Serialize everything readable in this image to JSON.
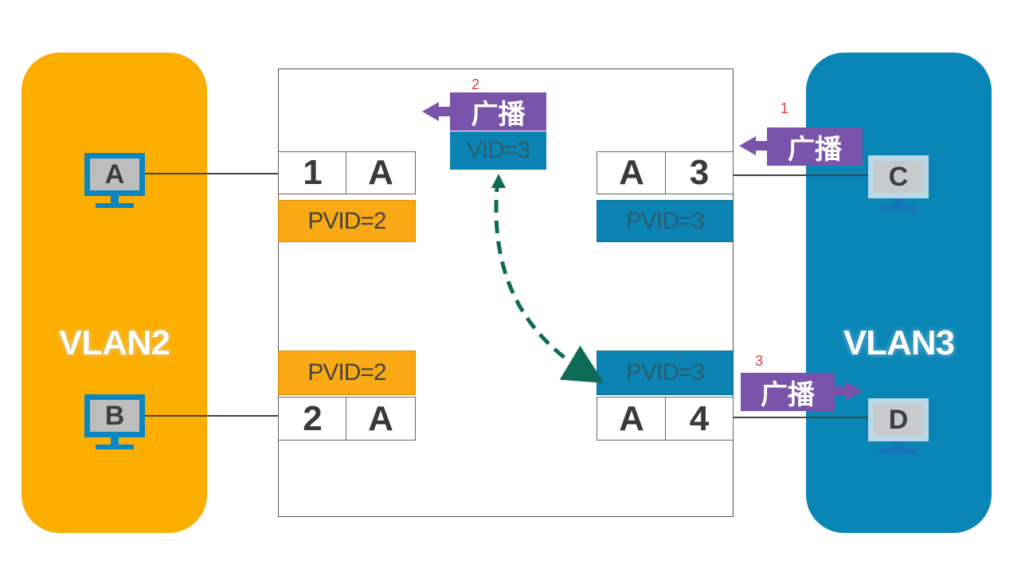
{
  "vlans": {
    "left": {
      "label": "VLAN2",
      "color": "#fbad00"
    },
    "right": {
      "label": "VLAN3",
      "color": "#0a86b6"
    }
  },
  "hosts": {
    "a": "A",
    "b": "B",
    "c": "C",
    "d": "D"
  },
  "ports": {
    "p1": {
      "number": "1",
      "type": "A",
      "pvid": "PVID=2"
    },
    "p2": {
      "number": "2",
      "type": "A",
      "pvid": "PVID=2"
    },
    "p3": {
      "number": "3",
      "type": "A",
      "pvid": "PVID=3"
    },
    "p4": {
      "number": "4",
      "type": "A",
      "pvid": "PVID=3"
    }
  },
  "frame": {
    "vid": "VID=3"
  },
  "broadcast": {
    "label": "广播",
    "color": "#7a53aa"
  },
  "steps": {
    "s1": "1",
    "s2": "2",
    "s3": "3"
  }
}
